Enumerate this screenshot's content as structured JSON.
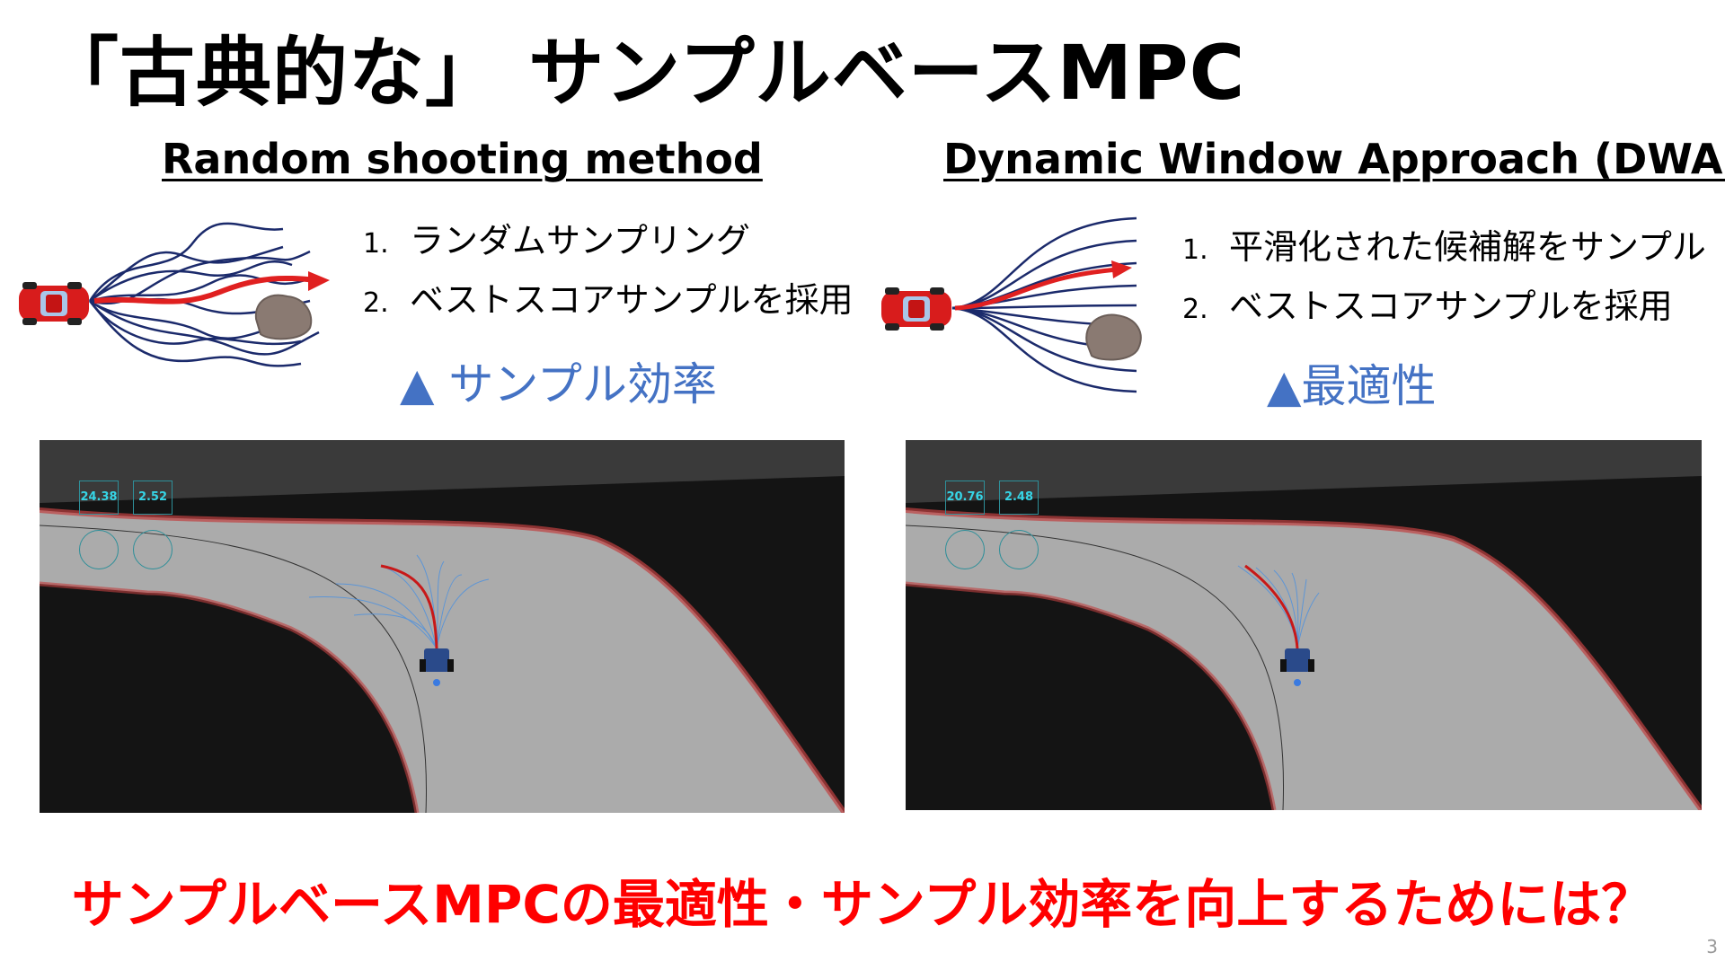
{
  "title": "「古典的な」 サンプルベースMPC",
  "left": {
    "heading": "Random shooting method",
    "steps": [
      {
        "num": "1.",
        "text": "ランダムサンプリング"
      },
      {
        "num": "2.",
        "text": "ベストスコアサンプルを採用"
      }
    ],
    "drawback": "▲ サンプル効率",
    "hud": {
      "left_value": "24.38",
      "right_value": "2.52"
    }
  },
  "right": {
    "heading": "Dynamic Window Approach (DWA)",
    "steps": [
      {
        "num": "1.",
        "text": "平滑化された候補解をサンプル"
      },
      {
        "num": "2.",
        "text": "ベストスコアサンプルを採用"
      }
    ],
    "drawback": "▲最適性",
    "hud": {
      "left_value": "20.76",
      "right_value": "2.48"
    }
  },
  "question": "サンプルベースMPCの最適性・サンプル効率を向上するためには？",
  "page_number": "3",
  "colors": {
    "accent_blue": "#4472c4",
    "accent_red": "#ff0000",
    "trajectory_navy": "#1b2a6b",
    "best_path_red": "#e02020"
  }
}
